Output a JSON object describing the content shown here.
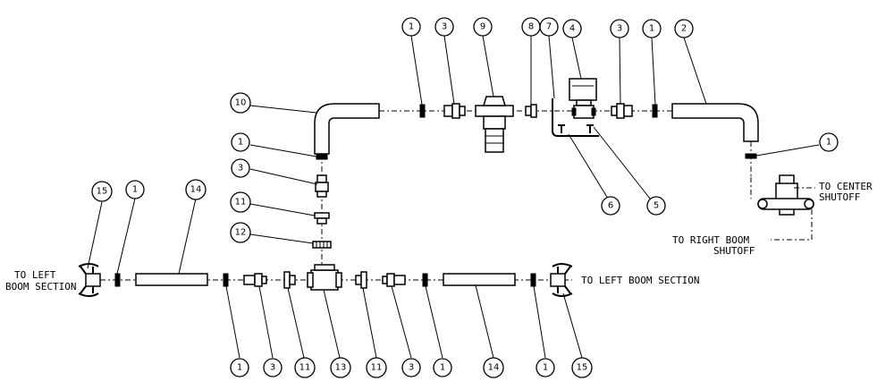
{
  "labels": {
    "to_center_shutoff_1": "TO CENTER",
    "to_center_shutoff_2": "SHUTOFF",
    "to_right_boom_1": "TO RIGHT BOOM",
    "to_right_boom_2": "SHUTOFF",
    "to_left_boom_1": "TO LEFT",
    "to_left_boom_2": "BOOM SECTION",
    "to_left_boom_right": "TO LEFT BOOM SECTION"
  },
  "callouts": {
    "top_1a": "1",
    "top_3a": "3",
    "top_9": "9",
    "top_8": "8",
    "top_7": "7",
    "top_4": "4",
    "top_3b": "3",
    "top_1b": "1",
    "top_2": "2",
    "left_10": "10",
    "left_1": "1",
    "left_3": "3",
    "left_11": "11",
    "left_12": "12",
    "right_1": "1",
    "mid_6": "6",
    "mid_5": "5",
    "upper_15": "15",
    "upper_1": "1",
    "upper_14": "14",
    "bot_1a": "1",
    "bot_3a": "3",
    "bot_11a": "11",
    "bot_13": "13",
    "bot_11b": "11",
    "bot_3b": "3",
    "bot_1b": "1",
    "bot_14": "14",
    "bot_1c": "1",
    "bot_15": "15"
  }
}
